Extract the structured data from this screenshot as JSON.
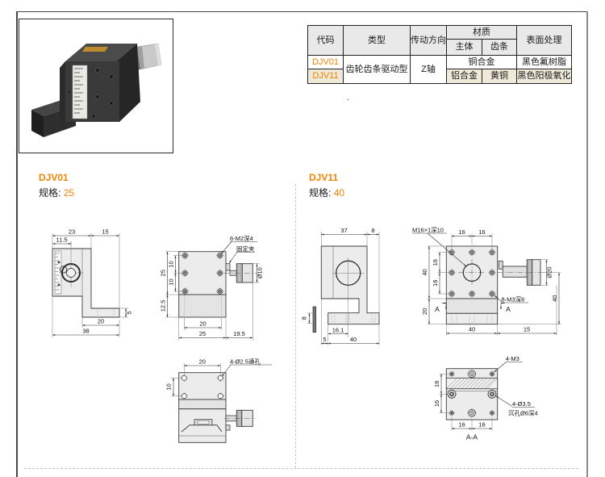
{
  "colors": {
    "accent": "#f08300",
    "table_header_bg": "#e9e9e9",
    "table_alt_bg": "#eee9d8",
    "drawing_fill": "#ececec",
    "frame": "#4b4743"
  },
  "stray_mark": ".",
  "table": {
    "headers": {
      "code": "代码",
      "type": "类型",
      "direction": "传动方向",
      "material": "材质",
      "body": "主体",
      "rack": "齿条",
      "surface": "表面处理"
    },
    "row1": {
      "code": "DJV01",
      "type": "齿轮齿条驱动型",
      "direction": "Z轴",
      "material": "铜合金",
      "surface": "黑色氟树脂"
    },
    "row2": {
      "code": "DJV11",
      "body": "铝合金",
      "rack": "黄铜",
      "surface": "黑色阳极氧化"
    }
  },
  "djv01": {
    "code": "DJV01",
    "spec_label": "规格:",
    "spec_value": "25",
    "side": {
      "d_23": "23",
      "d_11_5": "11.5",
      "d_15": "15",
      "d_5": "5",
      "d_20": "20",
      "d_38": "38"
    },
    "front": {
      "thread": "6-M2深4",
      "clamp": "固定夹",
      "dia": "Ø10",
      "d_25_left": "25",
      "d_10_a": "10",
      "d_10_b": "10",
      "d_12_5": "12.5",
      "d_20": "20",
      "d_25_bottom": "25",
      "d_19_5": "19.5"
    },
    "top": {
      "d_20": "20",
      "holes": "4-Ø2.5通孔",
      "d_10": "10"
    }
  },
  "djv11": {
    "code": "DJV11",
    "spec_label": "规格:",
    "spec_value": "40",
    "side": {
      "d_37": "37",
      "d_8_top": "8",
      "d_8_left": "8",
      "d_16_1": "16.1",
      "d_5": "5",
      "d_40": "40"
    },
    "front": {
      "thread": "M16×1深10",
      "d_16_a": "16",
      "d_16_b": "16",
      "d_40_left": "40",
      "d_16_c": "16",
      "d_16_d": "16",
      "d_20": "20",
      "sec_a": "A",
      "sec_b": "A",
      "holes": "8-M3深6",
      "d_40_bottom": "40",
      "d_15": "15",
      "dia": "Ø20",
      "d_40_right": "40"
    },
    "section": {
      "thread": "4-M3",
      "d_16_a": "16",
      "d_16_b": "16",
      "d_16_c": "16",
      "d_16_d": "16",
      "cbore_line1": "4-Ø3.5",
      "cbore_line2": "沉孔Ø6深4",
      "title": "A-A"
    }
  }
}
